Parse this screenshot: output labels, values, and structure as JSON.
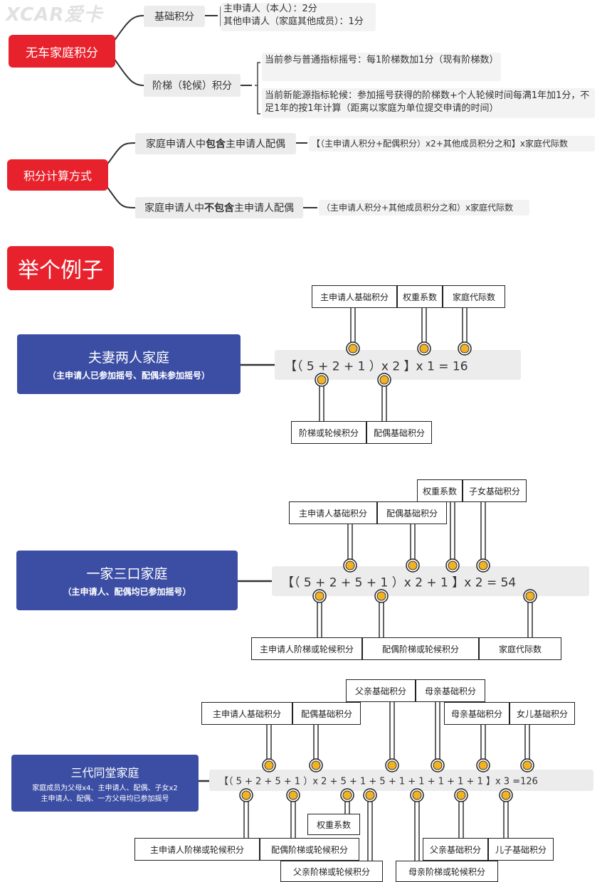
{
  "watermark": "XCAR爱卡",
  "section1": {
    "title": "无车家庭积分",
    "base_label": "基础积分",
    "base_items": [
      "主申请人（本人）：2分",
      "其他申请人（家庭其他成员）：1分"
    ],
    "ladder_label": "阶梯（轮候）积分",
    "ladder_items": [
      "当前参与普通指标摇号：每1阶梯数加1分（现有阶梯数）",
      "当前新能源指标轮候：参加摇号获得的阶梯数+个人轮候时间每满1年加1分，不足1年的按1年计算（距离以家庭为单位提交申请的时间）"
    ]
  },
  "section2": {
    "title": "积分计算方式",
    "case1_pre": "家庭申请人中",
    "case1_bold": "包含",
    "case1_post": "主申请人配偶",
    "case1_formula": "【（主申请人积分+配偶积分）x2+其他成员积分之和】x家庭代际数",
    "case2_pre": "家庭申请人中",
    "case2_bold": "不包含",
    "case2_post": "主申请人配偶",
    "case2_formula": "（主申请人积分+其他成员积分之和）x家庭代际数"
  },
  "example_title": "举个例子",
  "ex1": {
    "name": "夫妻两人家庭",
    "note": "（主申请人已参加摇号、配偶未参加摇号）",
    "formula": "【（ 5 + 2 + 1 ）x 2 】x 1 = 16",
    "top_labels": [
      "主申请人基础积分",
      "权重系数",
      "家庭代际数"
    ],
    "bottom_labels": [
      "阶梯或轮候积分",
      "配偶基础积分"
    ]
  },
  "ex2": {
    "name": "一家三口家庭",
    "note": "（主申请人、配偶均已参加摇号）",
    "formula": "【（ 5 + 2 + 5 + 1 ）x 2 + 1 】x 2 = 54",
    "top_labels_row1": [
      "权重系数",
      "子女基础积分"
    ],
    "top_labels_row2": [
      "主申请人基础积分",
      "配偶基础积分"
    ],
    "bottom_labels": [
      "主申请人阶梯或轮候积分",
      "配偶阶梯或轮候积分",
      "家庭代际数"
    ]
  },
  "ex3": {
    "name": "三代同堂家庭",
    "note1": "家庭成员为父母x4、主申请人、配偶、子女x2",
    "note2": "主申请人、配偶、一方父母均已参加摇号",
    "formula": "【（ 5 + 2 + 5 + 1 ）x 2 + 5 + 1 + 5 + 1 + 1 + 1 + 1 + 1 】x 3 =126",
    "top_labels_row1": [
      "父亲基础积分",
      "母亲基础积分"
    ],
    "top_labels_row2": [
      "主申请人基础积分",
      "配偶基础积分",
      "母亲基础积分",
      "女儿基础积分"
    ],
    "mid_label": "权重系数",
    "bottom_labels_row1": [
      "主申请人阶梯或轮候积分",
      "配偶阶梯或轮候积分",
      "父亲基础积分",
      "儿子基础积分"
    ],
    "bottom_labels_row2": [
      "父亲阶梯或轮候积分",
      "母亲阶梯或轮候积分"
    ]
  }
}
